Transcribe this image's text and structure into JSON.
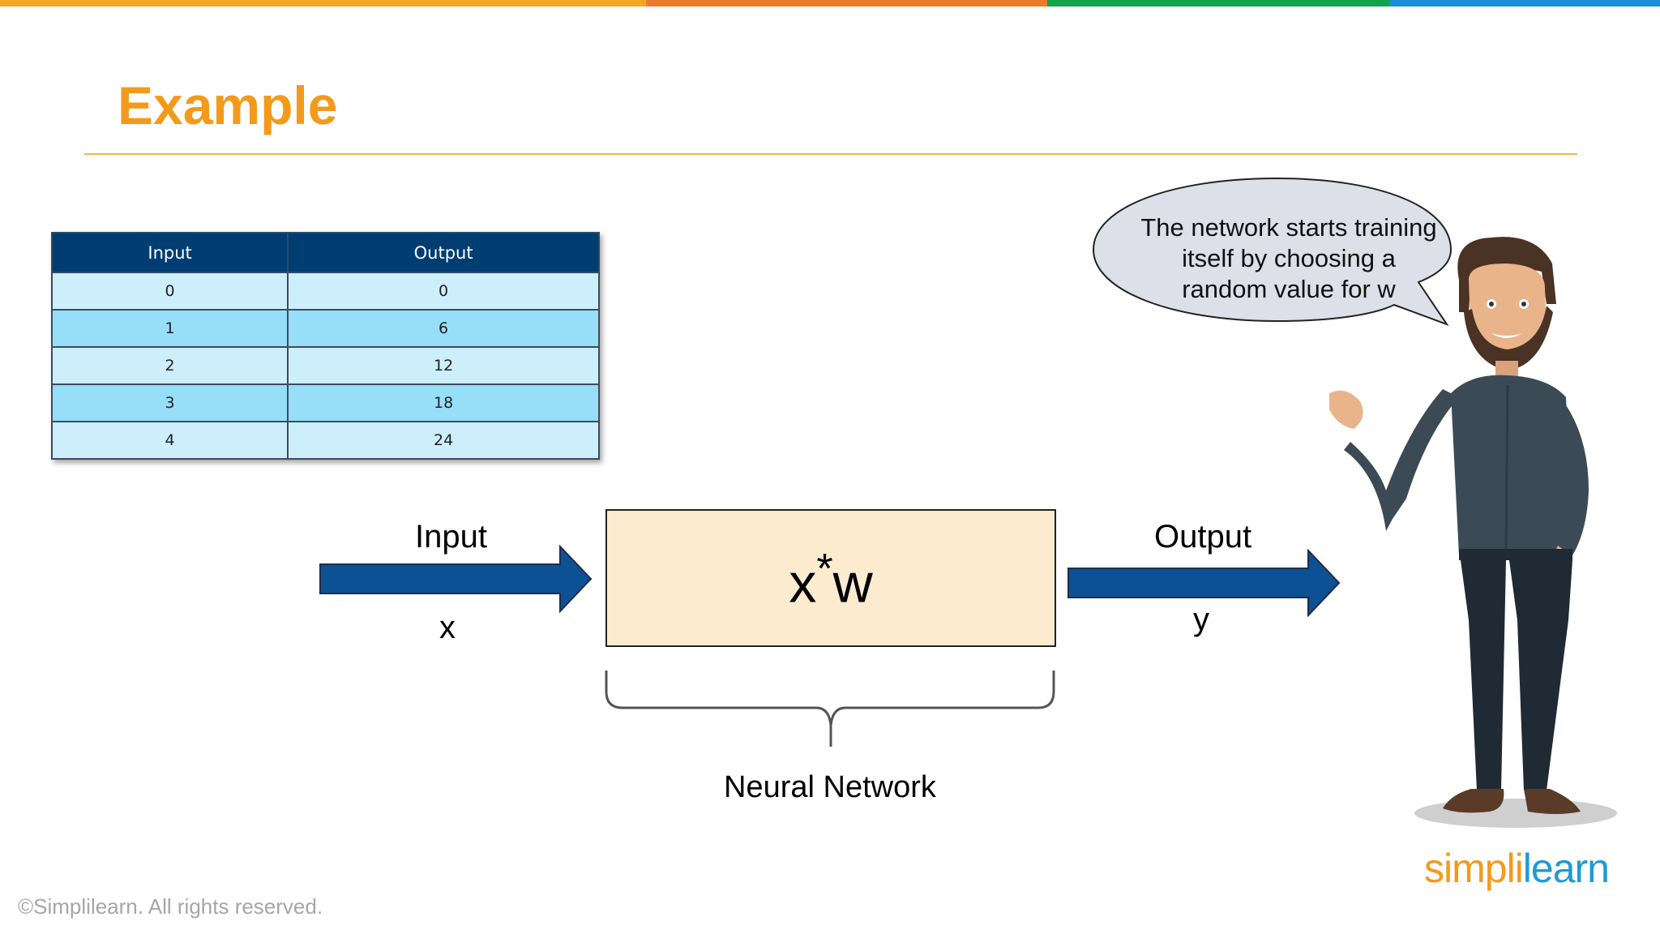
{
  "colors": {
    "top_bar": [
      "#f6a623",
      "#ee7a2a",
      "#14a24a",
      "#1a8fd6"
    ],
    "title": "#f39a1c",
    "arrow": "#0d5195",
    "box_fill": "#fcebcf"
  },
  "slide": {
    "title": "Example",
    "copyright": "©Simplilearn. All rights reserved."
  },
  "table": {
    "headers": [
      "Input",
      "Output"
    ],
    "rows": [
      [
        "0",
        "0"
      ],
      [
        "1",
        "6"
      ],
      [
        "2",
        "12"
      ],
      [
        "3",
        "18"
      ],
      [
        "4",
        "24"
      ]
    ]
  },
  "diagram": {
    "input_label": "Input",
    "input_var": "x",
    "box_base": "x",
    "box_sup": "*",
    "box_end": "w",
    "output_label": "Output",
    "output_var": "y",
    "brace_label": "Neural Network"
  },
  "bubble": {
    "line1": "The network starts training",
    "line2": "itself by choosing a",
    "line3": "random value for w"
  },
  "logo": {
    "part1": "simpl",
    "part2": "i",
    "part3": "learn"
  },
  "icons": [
    "presenter-character-illustration",
    "speech-bubble"
  ]
}
